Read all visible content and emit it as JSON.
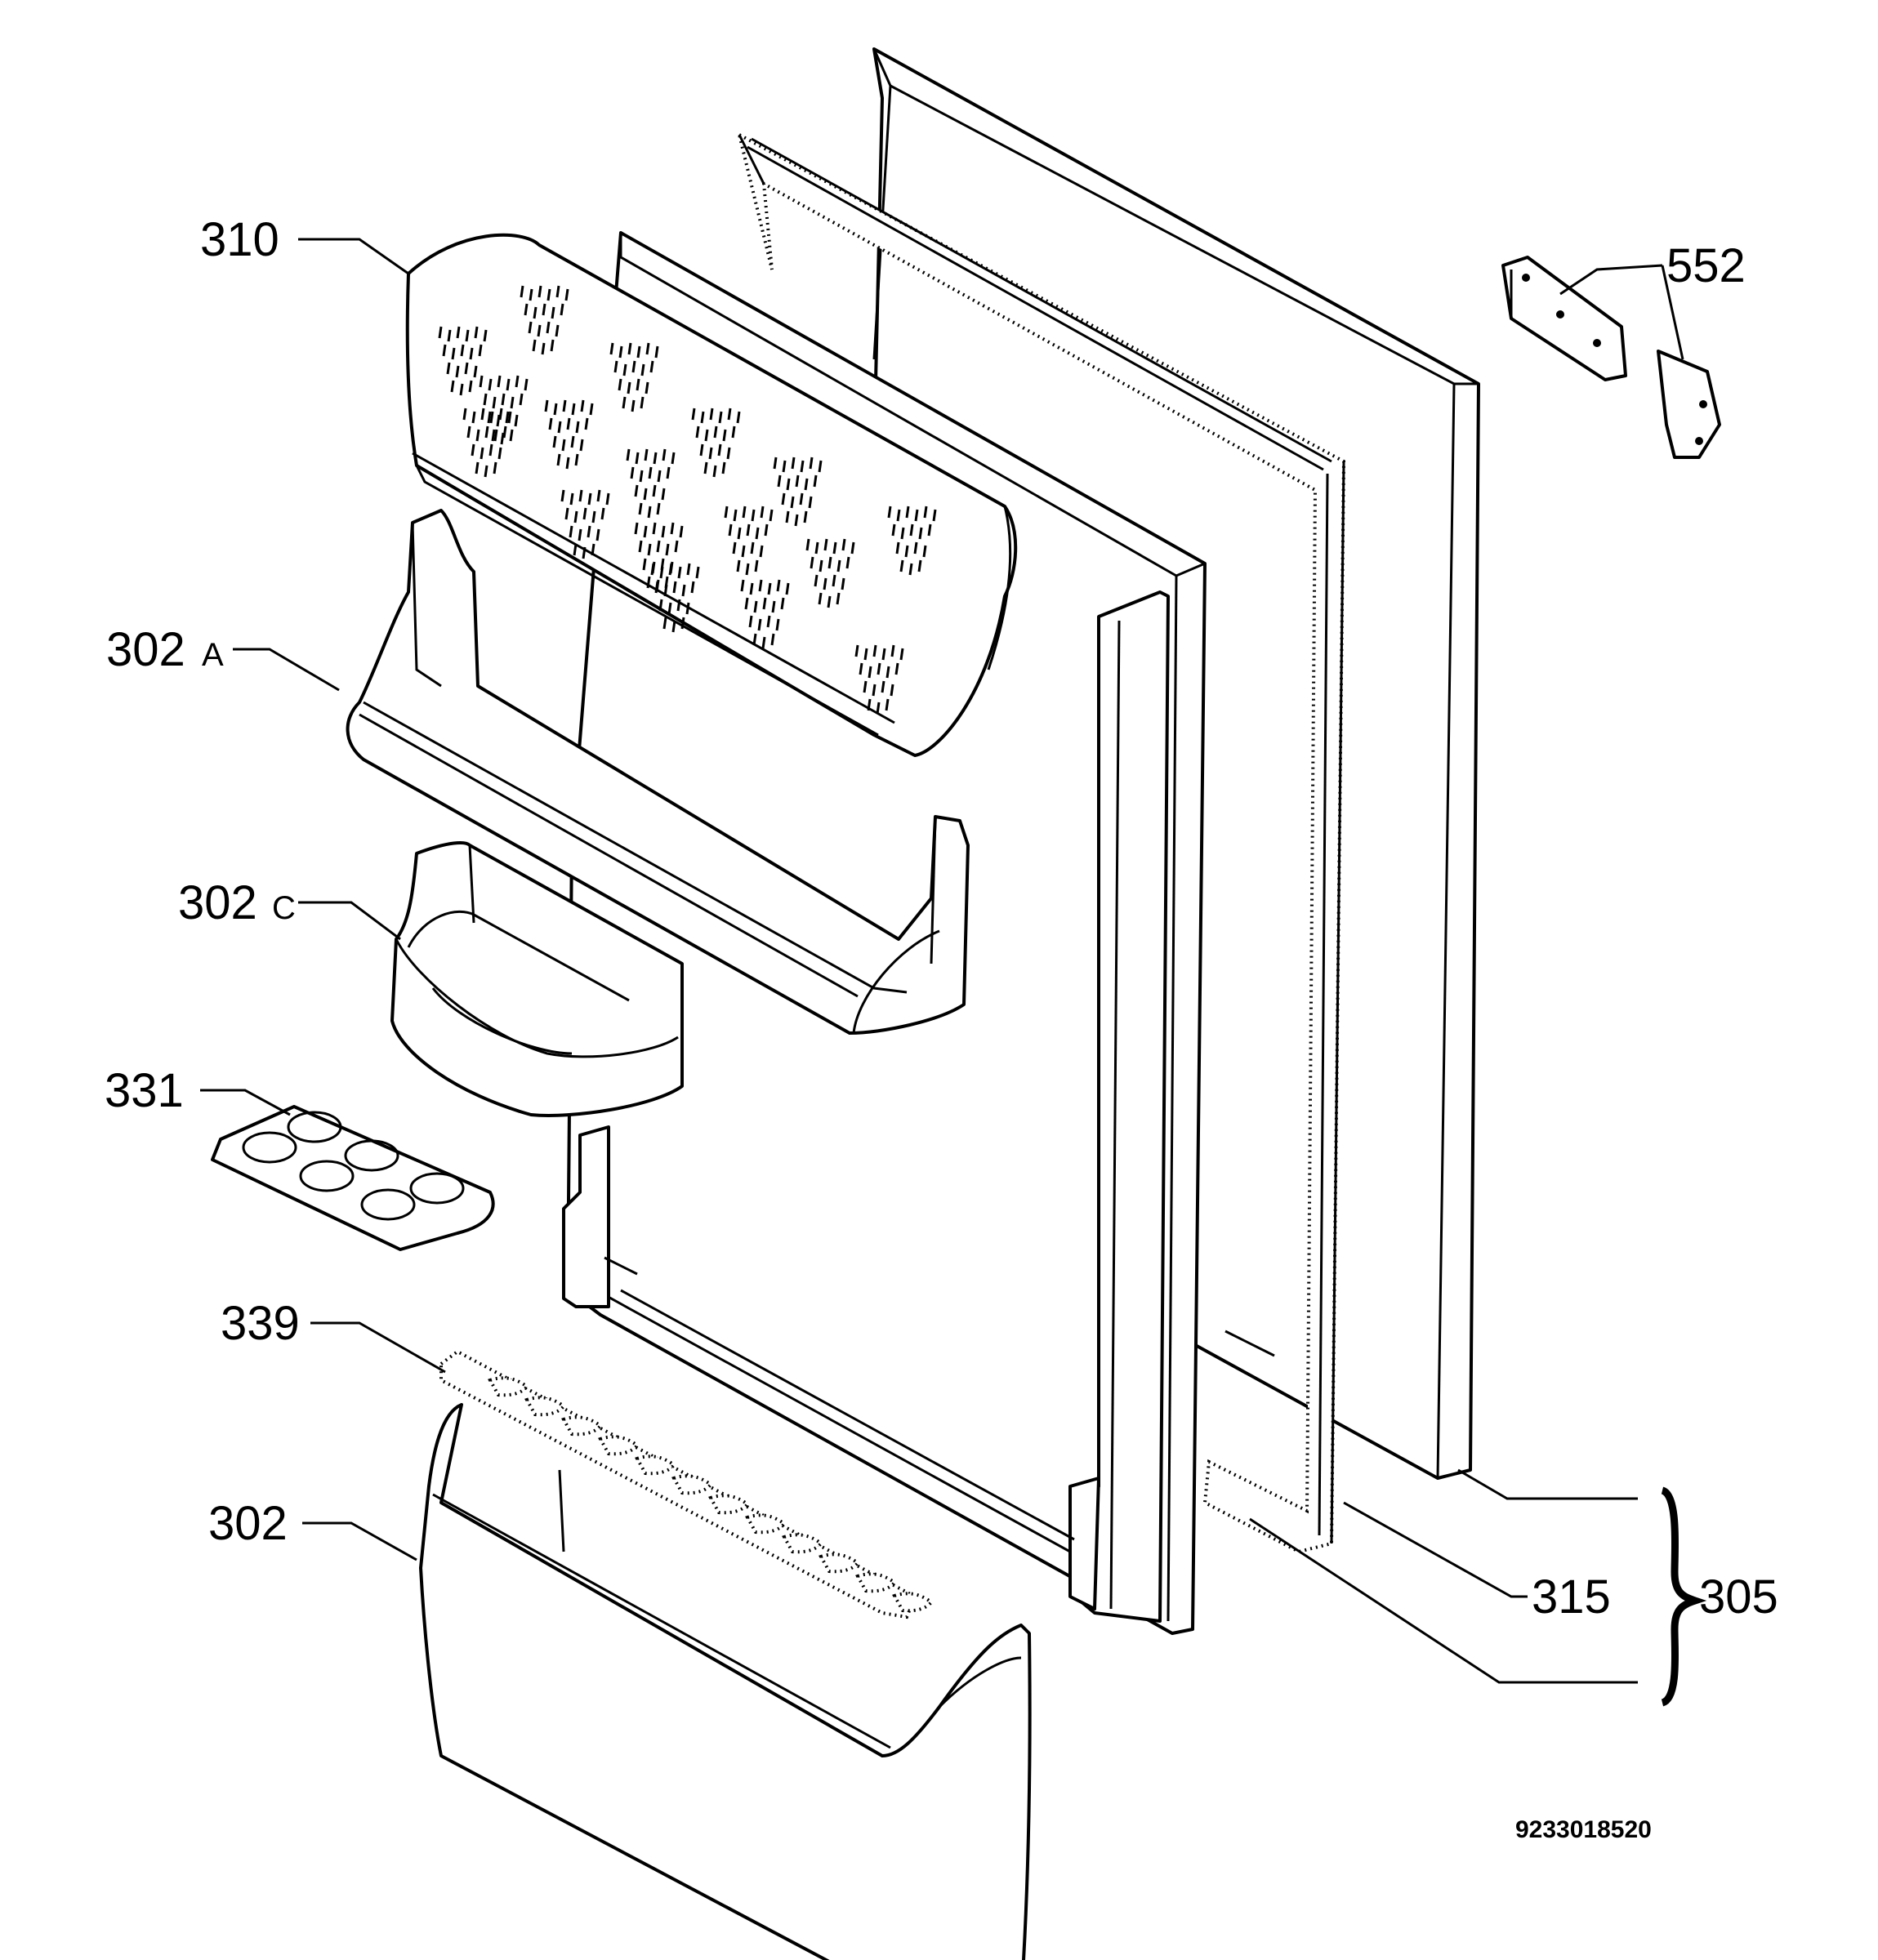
{
  "diagram": {
    "labels": {
      "p310": "310",
      "p302a_num": "302",
      "p302a_suffix": "A",
      "p302c_num": "302",
      "p302c_suffix": "C",
      "p331": "331",
      "p339": "339",
      "p302": "302",
      "p552": "552",
      "p315": "315",
      "p305": "305"
    },
    "drawing_code": "9233018520"
  }
}
